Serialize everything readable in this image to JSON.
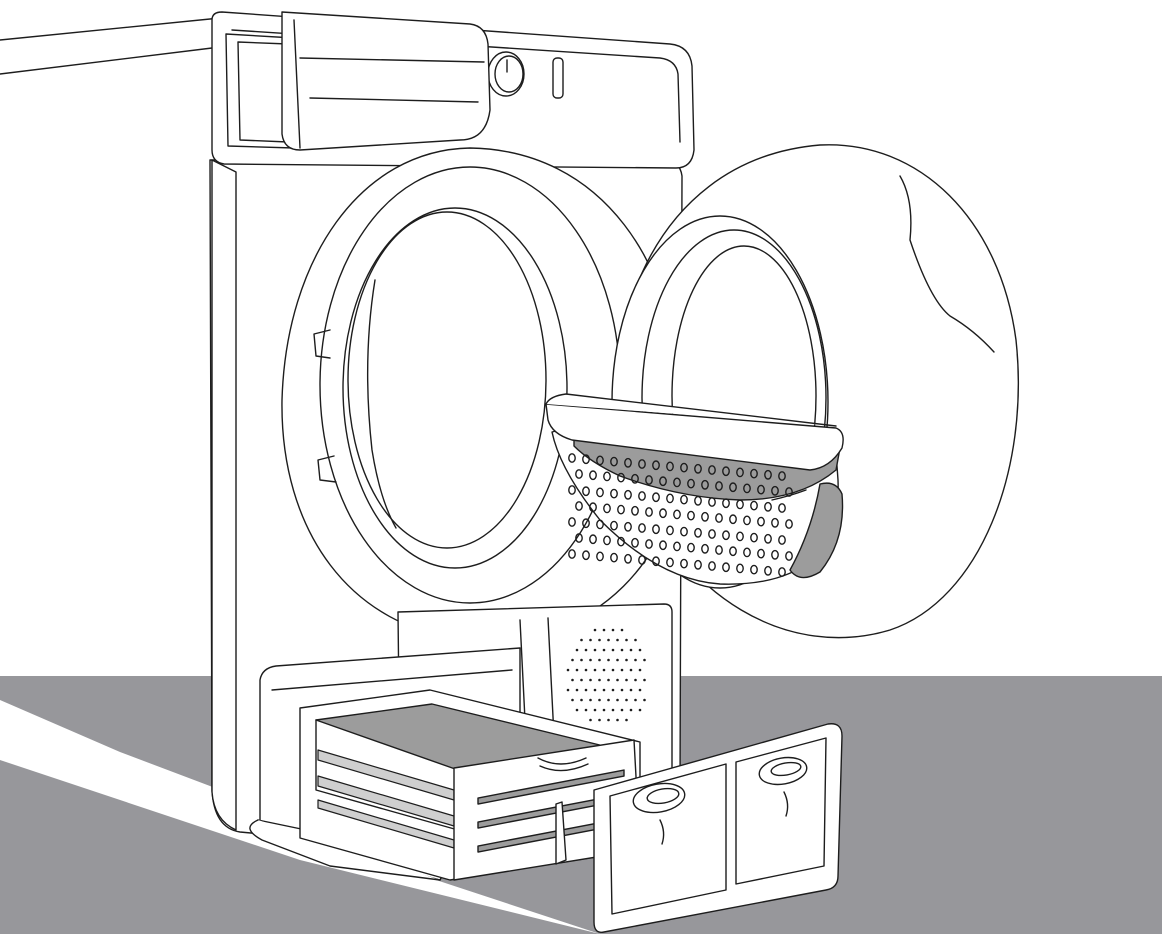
{
  "illustration": {
    "subject": "tumble-dryer",
    "colors": {
      "background": "#ffffff",
      "floor": "#97979b",
      "outline": "#1d1d1d",
      "fill": "#ffffff",
      "shade": "#9c9c9c",
      "light_shade": "#cfcfcf"
    },
    "parts": [
      "cabinet",
      "control-panel",
      "program-knob",
      "water-container-drawer",
      "door-opening",
      "open-door",
      "fluff-filter",
      "heat-exchanger-cover",
      "heat-exchanger",
      "ventilation-grille"
    ]
  }
}
